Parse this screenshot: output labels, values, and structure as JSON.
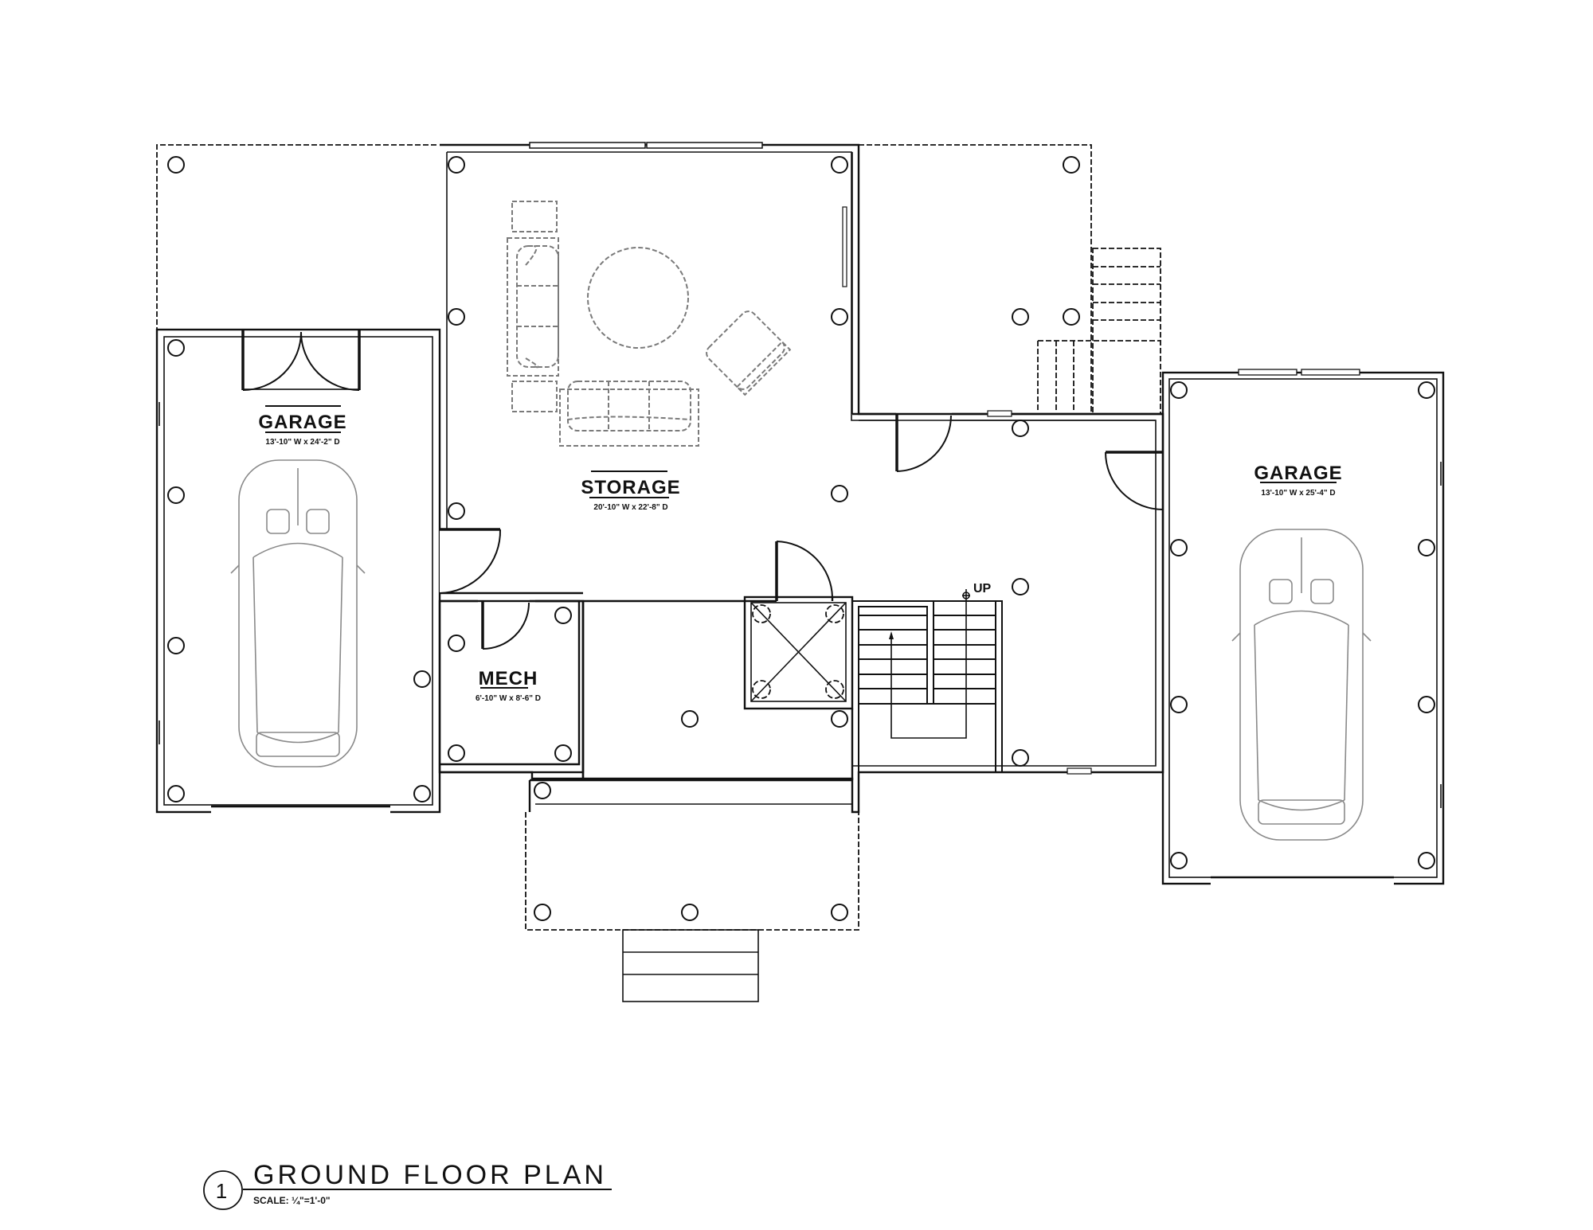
{
  "drawing": {
    "title": "GROUND FLOOR PLAN",
    "number": "1",
    "scale": "SCALE: ¼\"=1'-0\""
  },
  "rooms": [
    {
      "id": "garage-left",
      "name": "GARAGE",
      "dimensions": "13'-10\" W x 24'-2\" D"
    },
    {
      "id": "storage",
      "name": "STORAGE",
      "dimensions": "20'-10\" W x 22'-8\" D"
    },
    {
      "id": "garage-right",
      "name": "GARAGE",
      "dimensions": "13'-10\" W x 25'-4\" D"
    },
    {
      "id": "mech",
      "name": "MECH",
      "dimensions": "6'-10\" W x 8'-6\" D"
    }
  ],
  "stair": {
    "direction_label": "UP"
  },
  "colors": {
    "line": "#111111",
    "furniture": "#7a7a7a",
    "background": "#ffffff"
  }
}
